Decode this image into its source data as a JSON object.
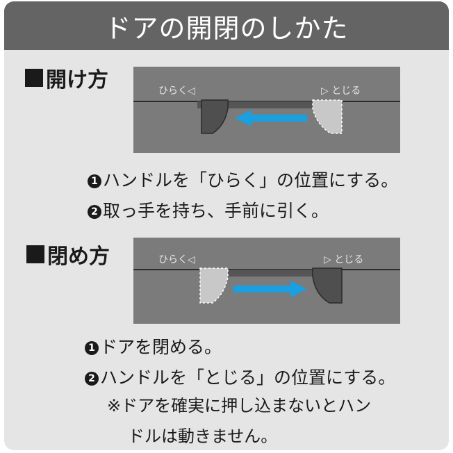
{
  "title": "ドアの開閉のしかた",
  "colors": {
    "header_bg": "#646464",
    "card_bg": "#e5e5e5",
    "arrow": "#1a9fe0",
    "diagram_bg": "#7a7a7a"
  },
  "open": {
    "heading": "開け方",
    "diagram": {
      "left_label": "ひらく◁",
      "right_label": "▷ とじる"
    },
    "steps": [
      {
        "num": "1",
        "text": "ハンドルを「ひらく」の位置にする。"
      },
      {
        "num": "2",
        "text": "取っ手を持ち、手前に引く。"
      }
    ]
  },
  "close": {
    "heading": "閉め方",
    "diagram": {
      "left_label": "ひらく◁",
      "right_label": "▷ とじる"
    },
    "steps": [
      {
        "num": "1",
        "text": "ドアを閉める。"
      },
      {
        "num": "2",
        "text": "ハンドルを「とじる」の位置にする。"
      }
    ],
    "note_line1": "※ドアを確実に押し込まないとハン",
    "note_line2": "ドルは動きません。"
  }
}
